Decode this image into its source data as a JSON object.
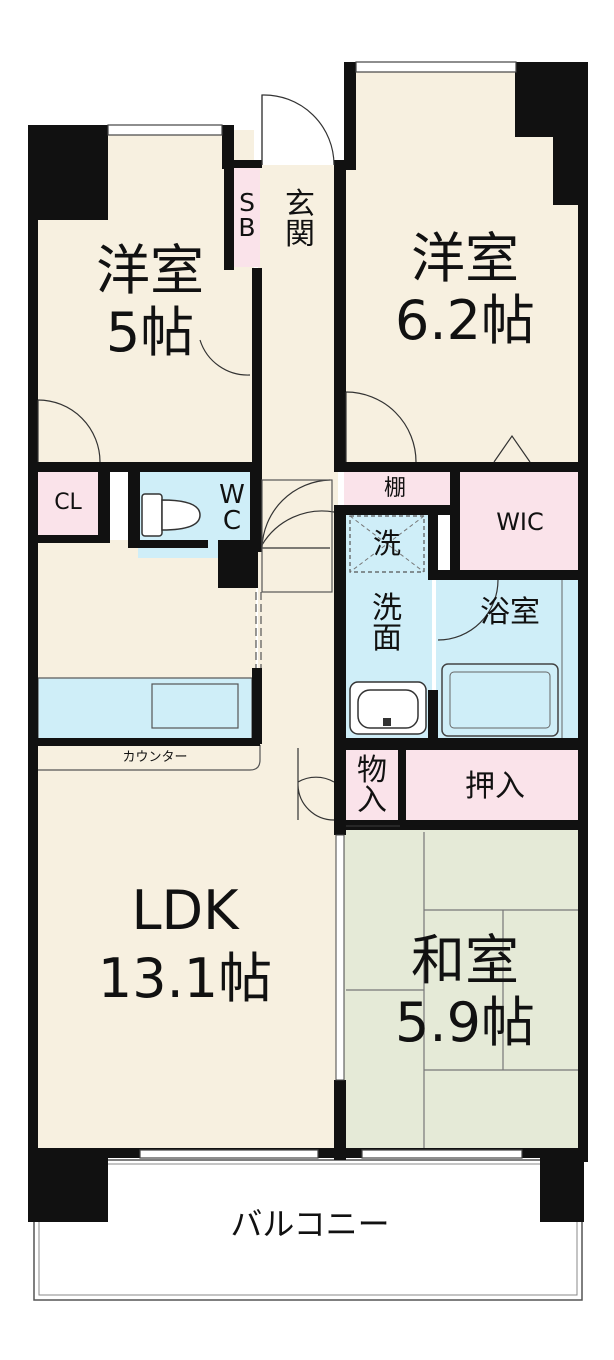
{
  "colors": {
    "cream": "#f7f0e0",
    "wet": "#cfeef8",
    "pink": "#fae3ea",
    "tatami": "#e5ead7",
    "wall": "#111111",
    "white": "#ffffff",
    "thin_line": "#555555"
  },
  "rooms": {
    "western_5": {
      "name": "洋室",
      "size": "5帖"
    },
    "western_62": {
      "name": "洋室",
      "size": "6.2帖"
    },
    "ldk": {
      "name": "LDK",
      "size": "13.1帖"
    },
    "japanese": {
      "name": "和室",
      "size": "5.9帖"
    },
    "entrance": "玄\n関",
    "shoe_box": "S\nB",
    "closet": "CL",
    "toilet": "W\nC",
    "shelf": "棚",
    "wic": "WIC",
    "washer": "洗",
    "washroom": "洗\n面",
    "bath": "浴室",
    "storage": "物\n入",
    "oshiire": "押入",
    "counter": "カウンター",
    "balcony": "バルコニー"
  }
}
